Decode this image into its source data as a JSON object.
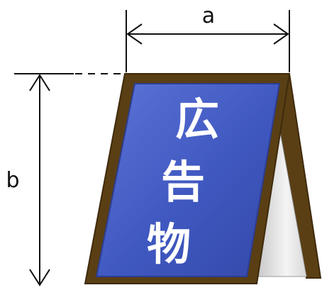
{
  "labels": {
    "width": "a",
    "height": "b"
  },
  "sign": {
    "chars": [
      "広",
      "告",
      "物"
    ]
  },
  "colors": {
    "frame": "#5a3f14",
    "frame_dark": "#3e2a0c",
    "panel": "#3f58c0",
    "panel_light": "#6a80e0",
    "back_panel": "#e8e8e8",
    "ink": "#111111",
    "text": "#ffffff"
  }
}
